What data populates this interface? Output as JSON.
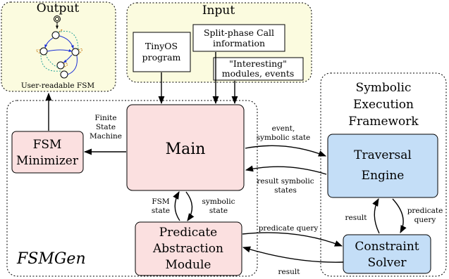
{
  "output": {
    "title": "Output",
    "caption": "User-readable FSM"
  },
  "input": {
    "title": "Input",
    "tinyos": [
      "TinyOS",
      "program"
    ],
    "splitphase": [
      "Split-phase Call",
      "information"
    ],
    "interesting": [
      "\"Interesting\"",
      "modules, events"
    ]
  },
  "symbolic_framework": {
    "title": [
      "Symbolic",
      "Execution",
      "Framework"
    ]
  },
  "fsmgen_label": "FSMGen",
  "nodes": {
    "main": "Main",
    "fsm_minimizer": [
      "FSM",
      "Minimizer"
    ],
    "predicate_abstraction": [
      "Predicate",
      "Abstraction",
      "Module"
    ],
    "traversal_engine": [
      "Traversal",
      "Engine"
    ],
    "constraint_solver": [
      "Constraint",
      "Solver"
    ]
  },
  "edge_labels": {
    "finite_state_machine": [
      "Finite",
      "State",
      "Machine"
    ],
    "event_symbolic_state": [
      "event,",
      "symbolic state"
    ],
    "result_symbolic_states": [
      "result symbolic",
      "states"
    ],
    "fsm_state": [
      "FSM",
      "state"
    ],
    "symbolic_state": [
      "symbolic",
      "state"
    ],
    "predicate_query_main": "predicate query",
    "result_bottom": "result",
    "result_side": "result",
    "predicate_query_side": [
      "predicate",
      "query"
    ]
  },
  "colors": {
    "pink_fill": "#fbe0e0",
    "blue_fill": "#c4def7",
    "yellow_fill": "#fbfbdf",
    "fsm_blue": "#1a2fd6",
    "fsm_teal": "#2aa39a",
    "fsm_orange": "#c8801e"
  }
}
